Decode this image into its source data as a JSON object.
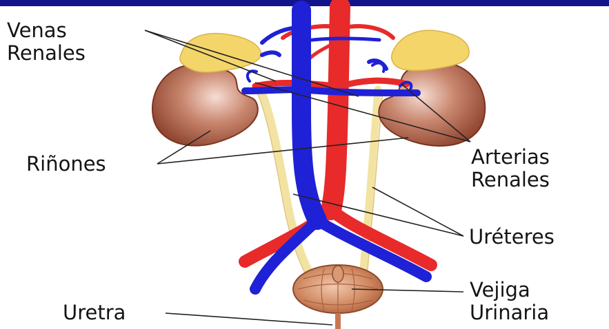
{
  "colors": {
    "top_band": "#12148c",
    "vein": "#1f21d6",
    "artery": "#e82a2a",
    "kidney": "#a5553e",
    "adrenal": "#f4d56a",
    "ureter": "#f3e3a2",
    "bladder": "#c87850",
    "leader_line": "#222222"
  },
  "labels": {
    "venas_renales": {
      "line1": "Venas",
      "line2": "Renales"
    },
    "rinones": "Riñones",
    "arterias_renales": {
      "line1": "Arterias",
      "line2": "Renales"
    },
    "ureteres": "Uréteres",
    "vejiga_urinaria": {
      "line1": "Vejiga",
      "line2": "Urinaria"
    },
    "uretra": "Uretra"
  }
}
